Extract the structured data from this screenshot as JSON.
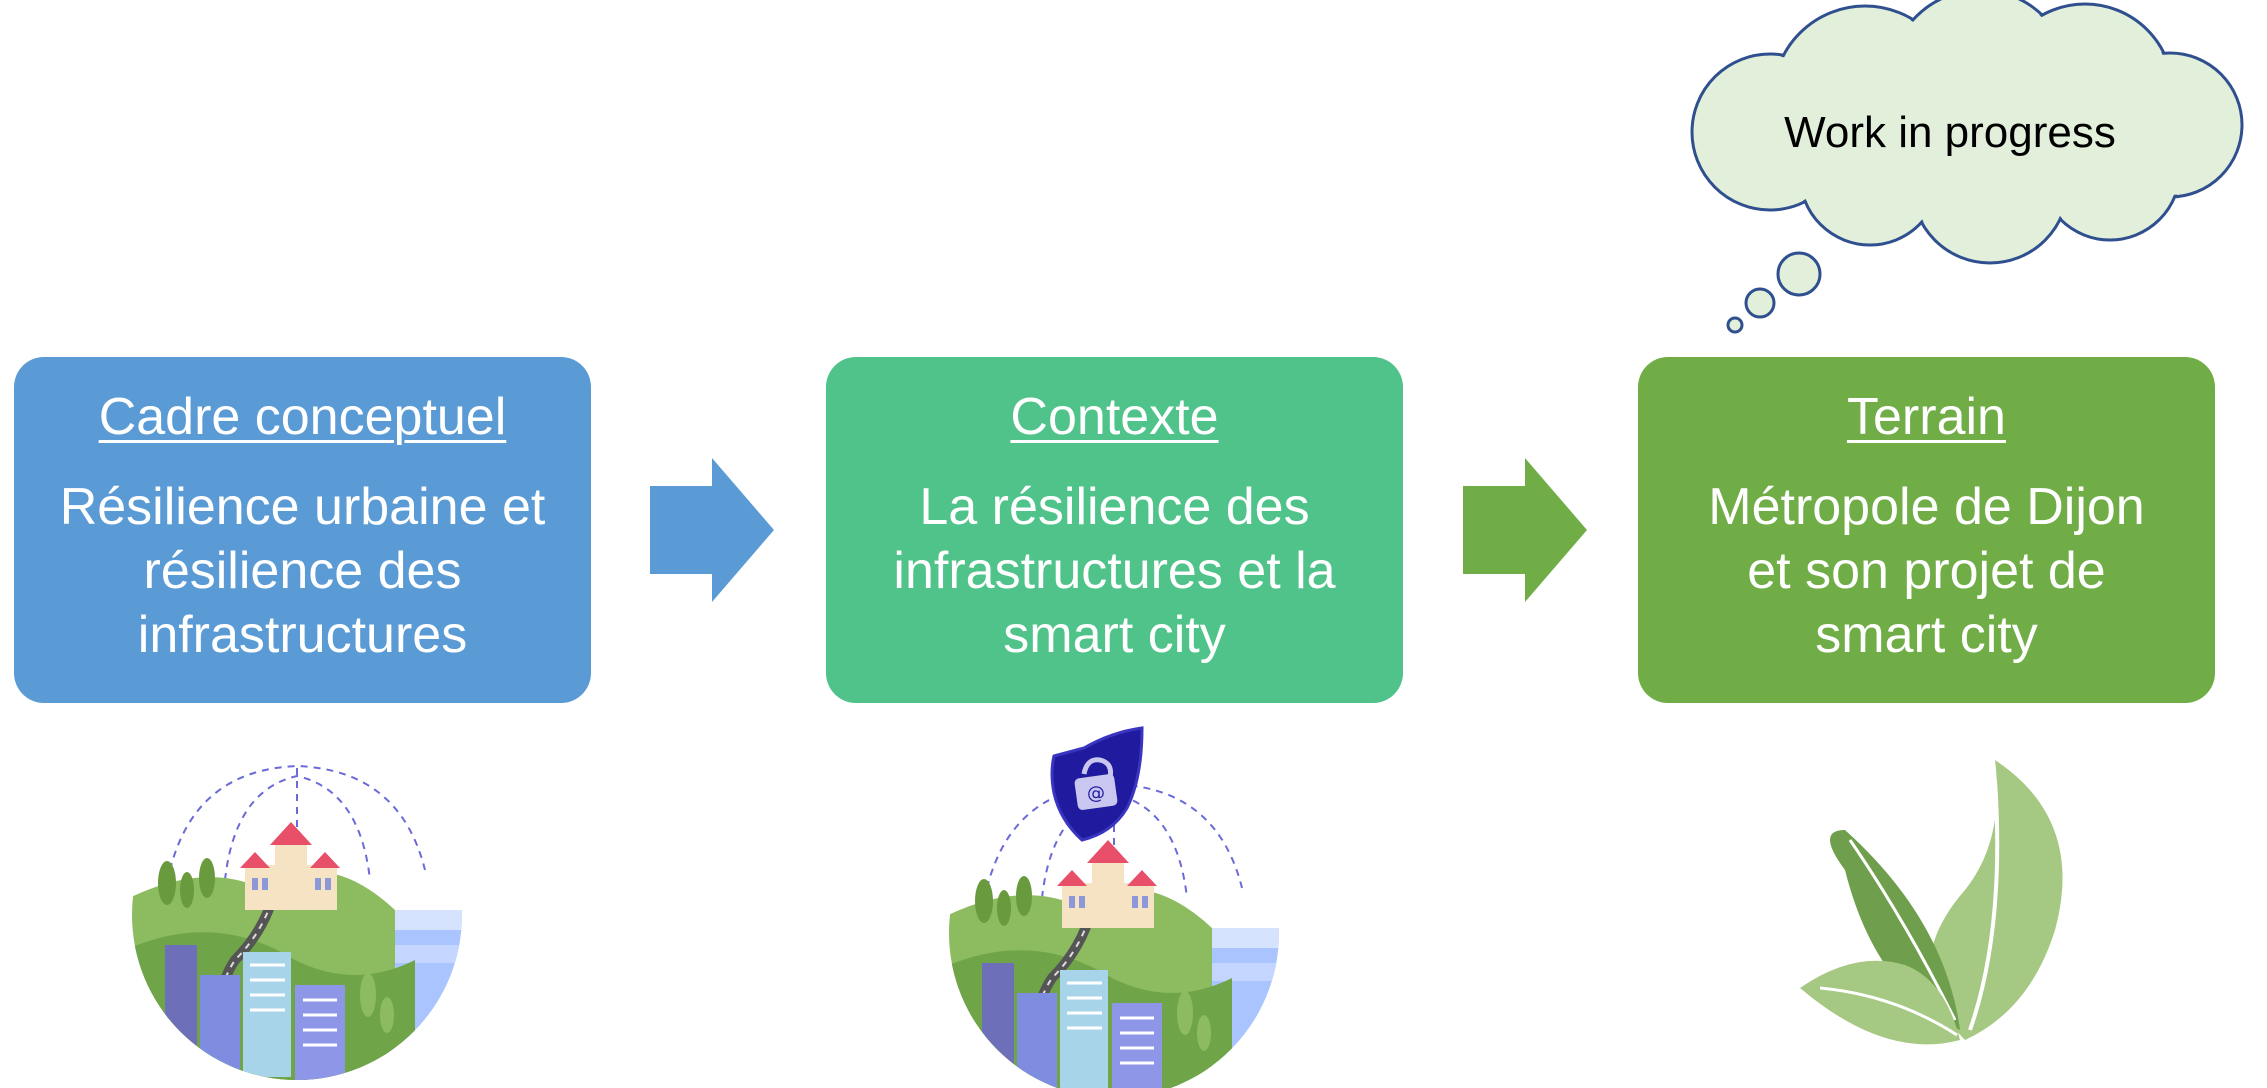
{
  "boxes": {
    "cadre": {
      "title": "Cadre conceptuel",
      "lines": [
        "Résilience urbaine et",
        "résilience des",
        "infrastructures"
      ]
    },
    "contexte": {
      "title": "Contexte",
      "lines": [
        "La résilience des",
        "infrastructures et la",
        "smart city"
      ]
    },
    "terrain": {
      "title": "Terrain",
      "lines": [
        "Métropole de Dijon",
        "et son projet de",
        "smart city"
      ]
    }
  },
  "cloud": {
    "text": "Work in progress"
  },
  "colors": {
    "blue": "#5b9bd5",
    "teal": "#4fc38a",
    "green": "#70ad47",
    "cloud_fill": "#e2efda",
    "cloud_stroke": "#2f4f8f",
    "shield": "#1f1a9e"
  },
  "icons": [
    "resilient-city-icon",
    "secure-smart-city-icon",
    "leaves-icon"
  ]
}
